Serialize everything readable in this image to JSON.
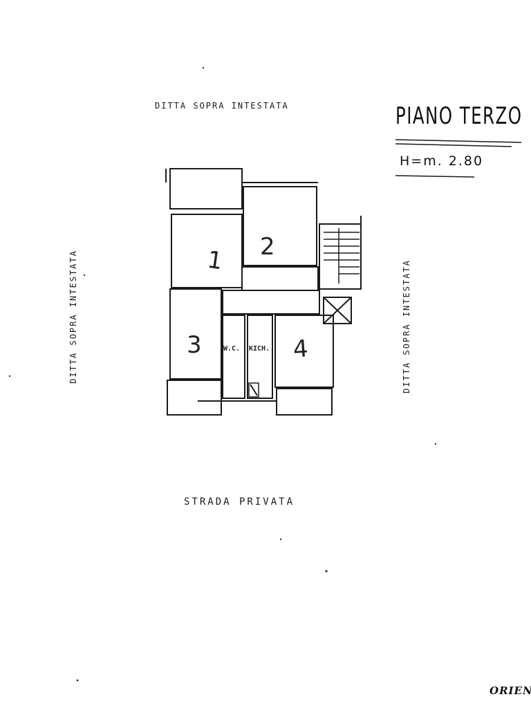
{
  "labels": {
    "top": "DITTA SOPRA INTESTATA",
    "left": "DITTA SOPRA INTESTATA",
    "right": "DITTA SOPRA INTESTATA",
    "bottom": "STRADA PRIVATA"
  },
  "title_block": {
    "floor": "PIANO TERZO",
    "height": "H=m. 2.80"
  },
  "orientation": "ORIEN",
  "rooms": {
    "r1": "1",
    "r2": "2",
    "r3": "3",
    "r4": "4",
    "wc": "W.C.",
    "kitchen": "KICH."
  },
  "colors": {
    "ink": "#111111",
    "paper": "#ffffff"
  }
}
